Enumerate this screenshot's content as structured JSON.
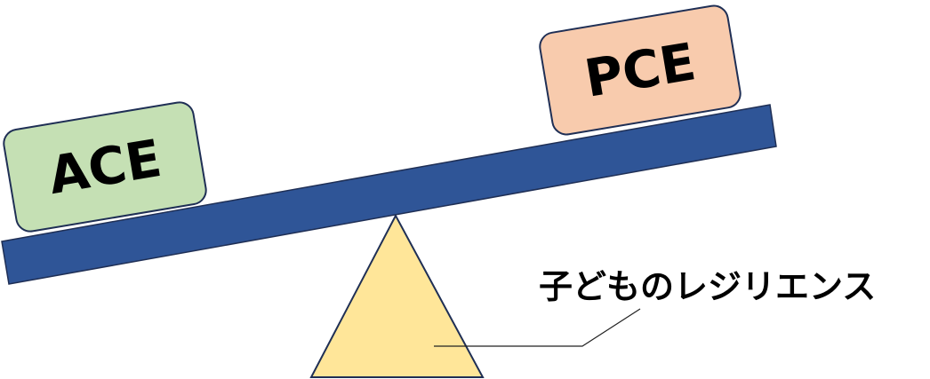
{
  "left_box": {
    "label": "ACE",
    "color": "#C5E0B4"
  },
  "right_box": {
    "label": "PCE",
    "color": "#F8CBAD"
  },
  "beam": {
    "color": "#2F5597"
  },
  "fulcrum": {
    "label": "子どものレジリエンス",
    "color": "#FFE699"
  },
  "outline_color": "#1F2F55"
}
